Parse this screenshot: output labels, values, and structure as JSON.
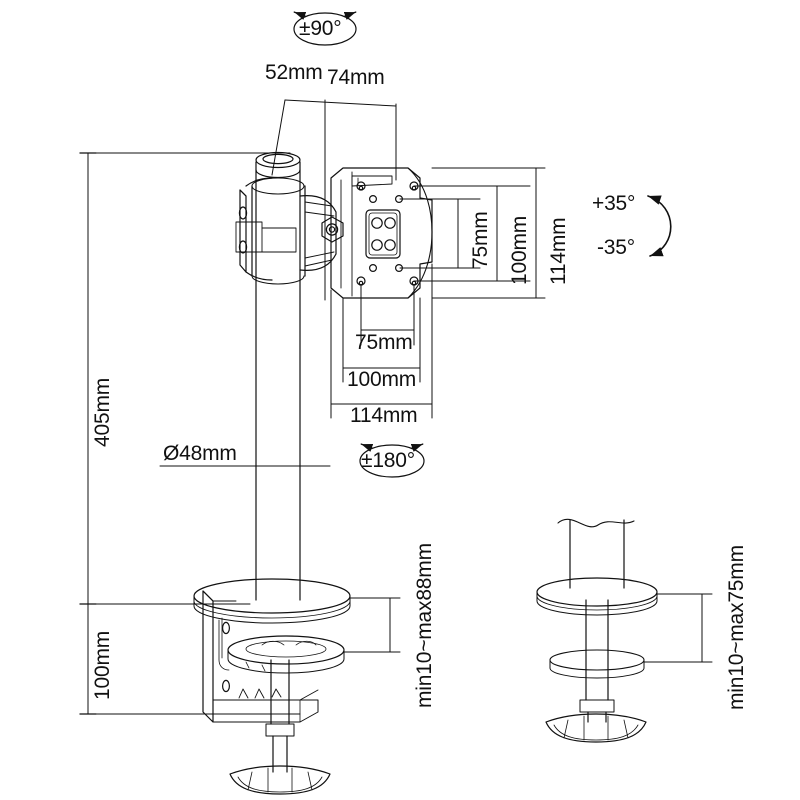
{
  "drawing": {
    "title": "Monitor desk mount technical dimension drawing",
    "background_color": "#ffffff",
    "line_color": "#111111"
  },
  "rotation_symbols": [
    {
      "name": "pole-swivel",
      "label": "±90°",
      "shape": "ellipse-with-arrows"
    },
    {
      "name": "head-rotation",
      "label": "±180°",
      "shape": "ellipse-with-arrows"
    }
  ],
  "tilt_symbol": {
    "name": "tilt-range",
    "label_up": "+35°",
    "label_down": "-35°",
    "shape": "curved-double-arrow"
  },
  "dimensions": {
    "top_horizontal": [
      {
        "name": "offset-52",
        "label": "52mm"
      },
      {
        "name": "offset-74",
        "label": "74mm"
      }
    ],
    "left_vertical": [
      {
        "name": "pole-height",
        "label": "405mm"
      },
      {
        "name": "clamp-height",
        "label": "100mm"
      }
    ],
    "pole_diameter": {
      "name": "pole-diameter",
      "label": "Ø48mm"
    },
    "vesa_vertical": [
      {
        "name": "vesa-v-75",
        "label": "75mm"
      },
      {
        "name": "vesa-v-100",
        "label": "100mm"
      },
      {
        "name": "vesa-v-114",
        "label": "114mm"
      }
    ],
    "vesa_horizontal": [
      {
        "name": "vesa-h-75",
        "label": "75mm"
      },
      {
        "name": "vesa-h-100",
        "label": "100mm"
      },
      {
        "name": "vesa-h-114",
        "label": "114mm"
      }
    ],
    "clamp_thickness": {
      "name": "c-clamp-range",
      "label": "min10~max88mm"
    },
    "grommet_thickness": {
      "name": "grommet-range",
      "label": "min10~max75mm"
    }
  },
  "parts": [
    {
      "name": "vertical-pole",
      "description": "cylindrical pole"
    },
    {
      "name": "pole-collar-clamp",
      "description": "collar clamp around pole"
    },
    {
      "name": "tilt-joint",
      "description": "hex bolt tilt pivot"
    },
    {
      "name": "vesa-plate",
      "description": "VESA monitor mounting plate with holes"
    },
    {
      "name": "desk-top-surface",
      "description": "desk surface ellipse"
    },
    {
      "name": "c-clamp-body",
      "description": "C shaped desk clamp"
    },
    {
      "name": "clamp-pressure-plate",
      "description": "clamp pressure pad"
    },
    {
      "name": "clamp-screw-knob",
      "description": "threaded screw with knob"
    },
    {
      "name": "grommet-mount-pole",
      "description": "grommet mount shaft"
    },
    {
      "name": "grommet-backing-plate",
      "description": "grommet backing plate"
    },
    {
      "name": "grommet-knob",
      "description": "grommet tightening knob"
    }
  ]
}
